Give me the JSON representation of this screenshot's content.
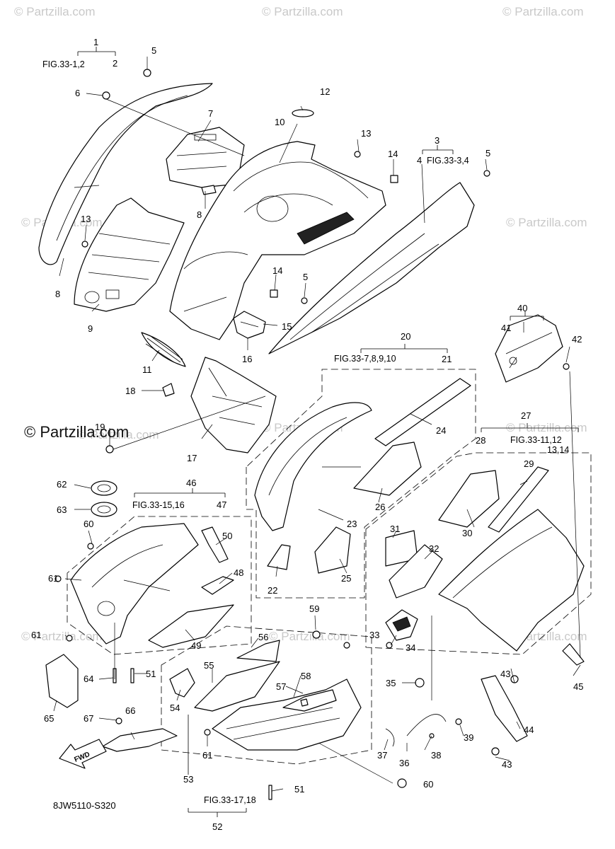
{
  "watermark": {
    "text": "© Partzilla.com",
    "main_text": "© Partzilla.com"
  },
  "diagram_code": "8JW5110-S320",
  "fwd_label": "FWD",
  "figure_refs": {
    "r1": "FIG.33-1,2",
    "r3": "FIG.33-3,4",
    "r20": "FIG.33-7,8,9,10",
    "r27a": "FIG.33-11,12",
    "r27b": "13,14",
    "r46": "FIG.33-15,16",
    "r52": "FIG.33-17,18"
  },
  "callouts": {
    "c1": "1",
    "c2": "2",
    "c3": "3",
    "c4": "4",
    "c5a": "5",
    "c5b": "5",
    "c5c": "5",
    "c6": "6",
    "c7": "7",
    "c8a": "8",
    "c8b": "8",
    "c9": "9",
    "c10": "10",
    "c11": "11",
    "c12": "12",
    "c13a": "13",
    "c13b": "13",
    "c14a": "14",
    "c14b": "14",
    "c15": "15",
    "c16": "16",
    "c17": "17",
    "c18": "18",
    "c19": "19",
    "c20": "20",
    "c21": "21",
    "c22": "22",
    "c23": "23",
    "c24": "24",
    "c25": "25",
    "c26": "26",
    "c27": "27",
    "c28": "28",
    "c29": "29",
    "c30": "30",
    "c31": "31",
    "c32": "32",
    "c33": "33",
    "c34": "34",
    "c35": "35",
    "c36": "36",
    "c37": "37",
    "c38": "38",
    "c39": "39",
    "c40": "40",
    "c41": "41",
    "c42": "42",
    "c43a": "43",
    "c43b": "43",
    "c44": "44",
    "c45": "45",
    "c46": "46",
    "c47": "47",
    "c48": "48",
    "c49": "49",
    "c50": "50",
    "c51a": "51",
    "c51b": "51",
    "c52": "52",
    "c53": "53",
    "c54": "54",
    "c55": "55",
    "c56": "56",
    "c57": "57",
    "c58": "58",
    "c59": "59",
    "c60a": "60",
    "c60b": "60",
    "c61a": "61",
    "c61b": "61",
    "c61c": "61",
    "c62": "62",
    "c63": "63",
    "c64": "64",
    "c65": "65",
    "c66": "66",
    "c67": "67"
  }
}
